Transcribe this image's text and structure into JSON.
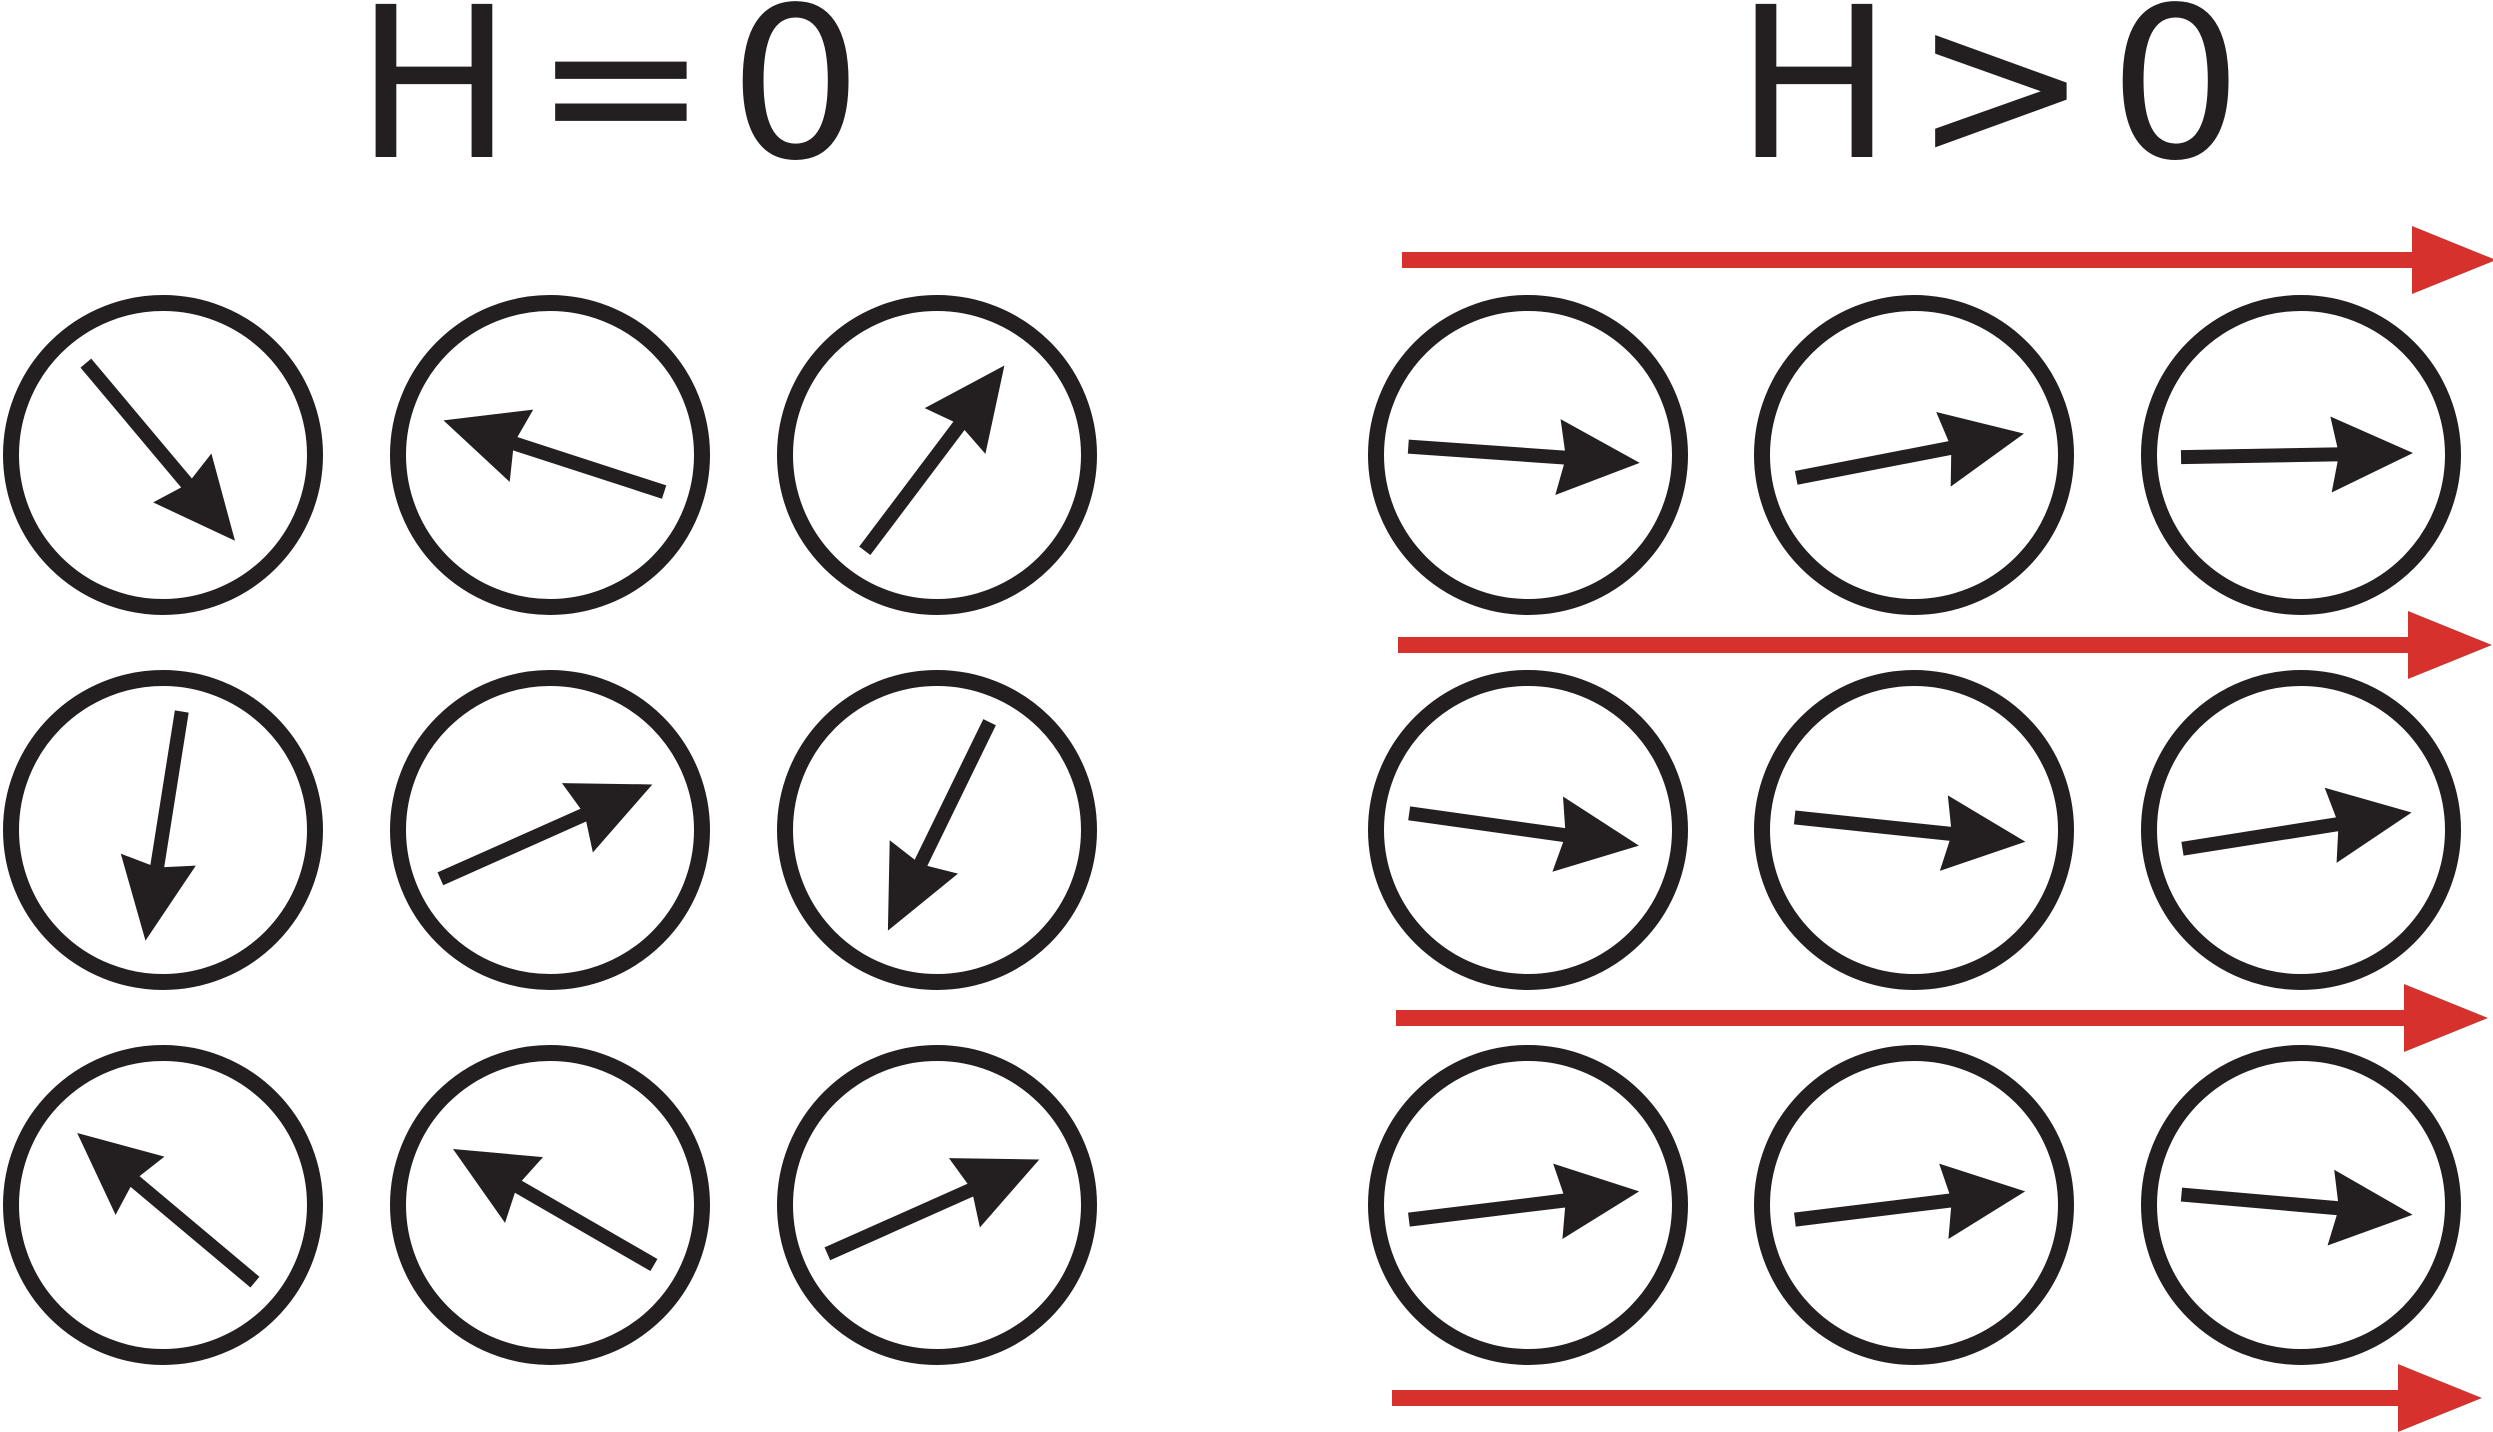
{
  "panels": {
    "zero_field": {
      "label": "H=0",
      "moment_angles_deg": [
        50,
        198,
        -53,
        99,
        -24,
        116,
        220,
        210,
        -24
      ]
    },
    "applied_field": {
      "label": "H>0",
      "moment_angles_deg": [
        4,
        -11,
        -1,
        8,
        6,
        -9,
        -7,
        -7,
        5
      ]
    }
  },
  "colors": {
    "ink": "#231f20",
    "field": "#d7312e",
    "background": "#ffffff"
  },
  "icons": {
    "moment": "arrow-icon",
    "field_line": "field-arrow-icon"
  }
}
